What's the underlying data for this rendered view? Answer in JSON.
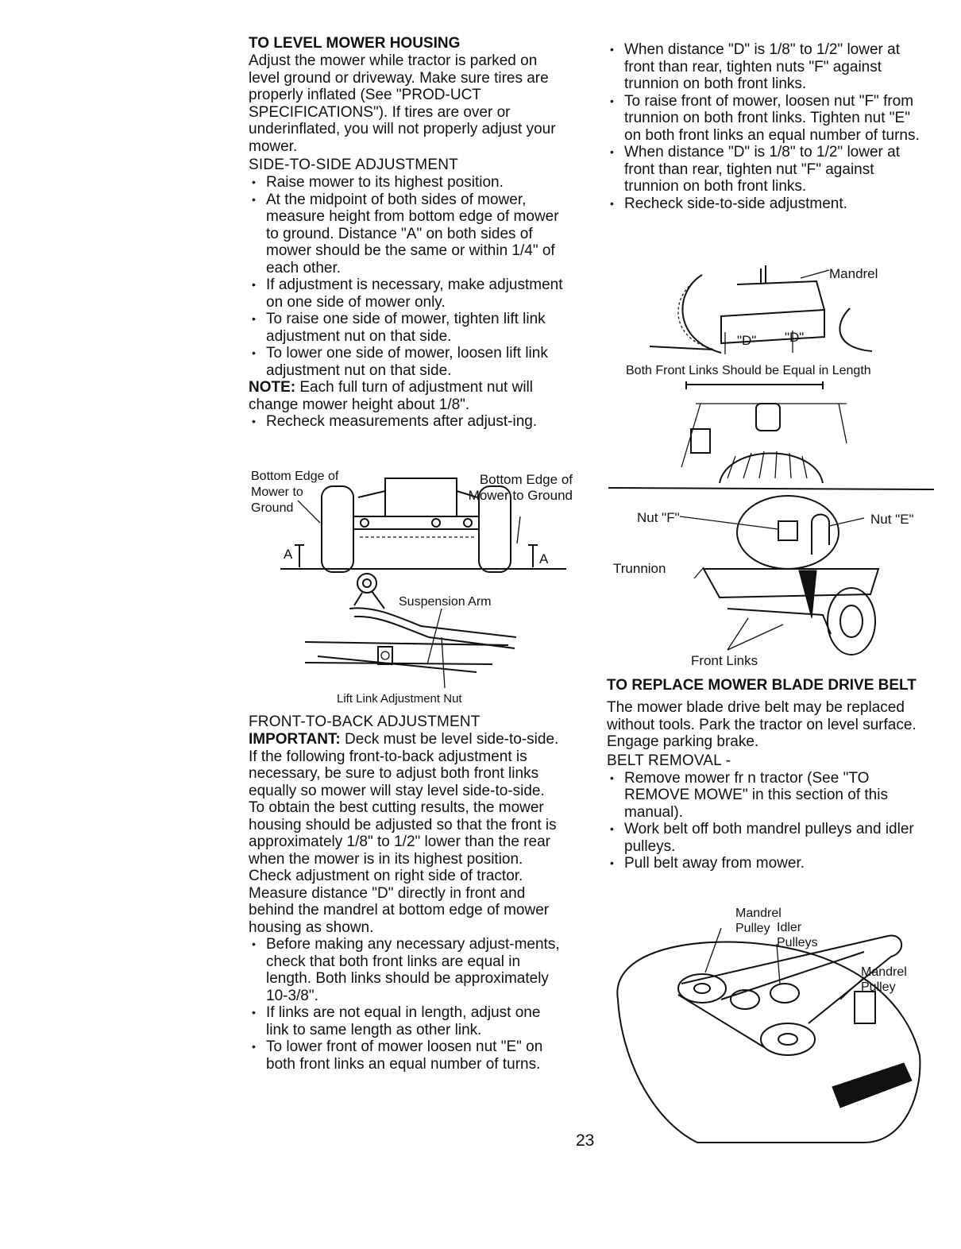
{
  "left": {
    "heading": "TO LEVEL MOWER HOUSING",
    "intro": "Adjust the mower while tractor is parked on level ground or driveway. Make sure tires are properly inflated (See \"PROD-UCT SPECIFICATIONS\"). If tires are over or underinflated, you will not properly adjust your mower.",
    "side_heading": "SIDE-TO-SIDE ADJUSTMENT",
    "side_bullets": [
      "Raise mower to its highest position.",
      "At the midpoint of both sides of mower, measure height from bottom edge of mower to ground. Distance \"A\" on both sides of mower should be the same or within 1/4\" of each other.",
      "If adjustment is necessary, make adjustment on one side of mower only.",
      "To raise one side of mower, tighten lift link adjustment nut on that side.",
      "To lower one side of mower, loosen lift link adjustment nut on that side."
    ],
    "note_label": "NOTE:",
    "note_text": " Each full turn of adjustment nut will change mower height about 1/8\".",
    "recheck": "Recheck measurements after adjust-ing.",
    "fig1": {
      "label_left": "Bottom Edge of Mower to Ground",
      "label_right": "Bottom Edge of Mower to Ground",
      "a_left": "A",
      "a_right": "A"
    },
    "fig2": {
      "suspension_arm": "Suspension Arm",
      "lift_link": "Lift Link Adjustment Nut"
    },
    "front_heading": "FRONT-TO-BACK ADJUSTMENT",
    "important_label": "IMPORTANT:",
    "important_text": " Deck must be level side-to-side. If the following front-to-back adjustment is necessary, be sure to adjust both front links equally so mower will stay level side-to-side.",
    "best_results": "To obtain the best cutting results, the mower housing should be adjusted so that the front is approximately 1/8\" to 1/2\" lower than the rear when the mower is in its highest position.",
    "check": "Check adjustment on right side of tractor. Measure distance \"D\" directly in front and behind the mandrel at bottom edge of mower housing as shown.",
    "front_bullets": [
      "Before making any necessary adjust-ments, check that both front links are equal in length. Both links should be approximately 10-3/8\".",
      "If links are not equal in length, adjust one link to same length as other link.",
      "To lower front of mower loosen nut \"E\" on both front links an equal number of turns."
    ]
  },
  "right": {
    "bullets": [
      "When distance \"D\" is 1/8\" to 1/2\" lower at front than rear, tighten nuts \"F\" against trunnion on both front links.",
      "To raise front of mower, loosen nut \"F\" from trunnion on both front links. Tighten nut \"E\" on both front links an equal number of turns.",
      "When distance \"D\" is 1/8\" to 1/2\" lower at front than rear, tighten nut \"F\" against trunnion on both front links.",
      "Recheck side-to-side adjustment."
    ],
    "fig3": {
      "mandrel": "Mandrel",
      "d1": "\"D\"",
      "d2": "\"D\"",
      "caption": "Both Front Links Should be Equal in Length"
    },
    "fig4": {
      "nut_f": "Nut \"F\"",
      "nut_e": "Nut \"E\"",
      "trunnion": "Trunnion",
      "front_links": "Front Links"
    },
    "belt_heading": "TO REPLACE MOWER BLADE DRIVE BELT",
    "belt_intro": "The mower blade drive belt may be replaced without tools. Park the tractor on level surface. Engage parking brake.",
    "removal_heading": "BELT REMOVAL -",
    "removal_bullets": [
      "Remove mower fr n tractor (See \"TO REMOVE MOWE\" in this section of this manual).",
      "Work belt off both mandrel pulleys and idler pulleys.",
      "Pull belt away from mower."
    ],
    "fig5": {
      "mandrel_pulley_1": "Mandrel Pulley",
      "idler_pulleys": "Idler Pulleys",
      "mandrel_pulley_2": "Mandrel Pulley"
    }
  },
  "page_number": "23"
}
